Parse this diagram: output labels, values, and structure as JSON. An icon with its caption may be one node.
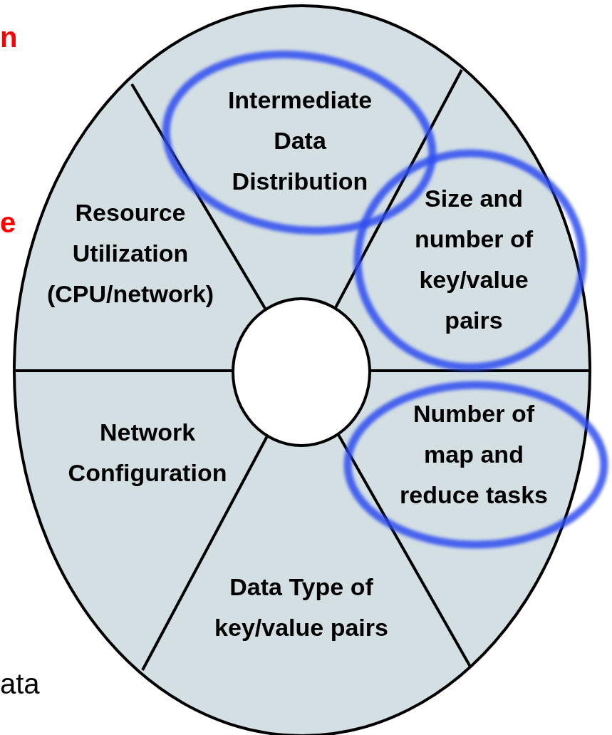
{
  "diagram": {
    "nodes": [
      {
        "text": [
          "Intermediate Data Distribution"
        ]
      },
      {
        "text": [
          "Resource Utilization (CPU/network)"
        ]
      },
      {
        "text": [
          "Size and number of key/value pairs"
        ]
      },
      {
        "text": [
          "Network Configuration"
        ]
      },
      {
        "text": [
          "Number of map and reduce tasks"
        ]
      },
      {
        "text": [
          "Data Type of key/value pairs"
        ]
      },
      {
        "text": [],
        "shape": "circle"
      }
    ],
    "edges": [],
    "labels": [
      "n",
      "e",
      "ata"
    ]
  }
}
